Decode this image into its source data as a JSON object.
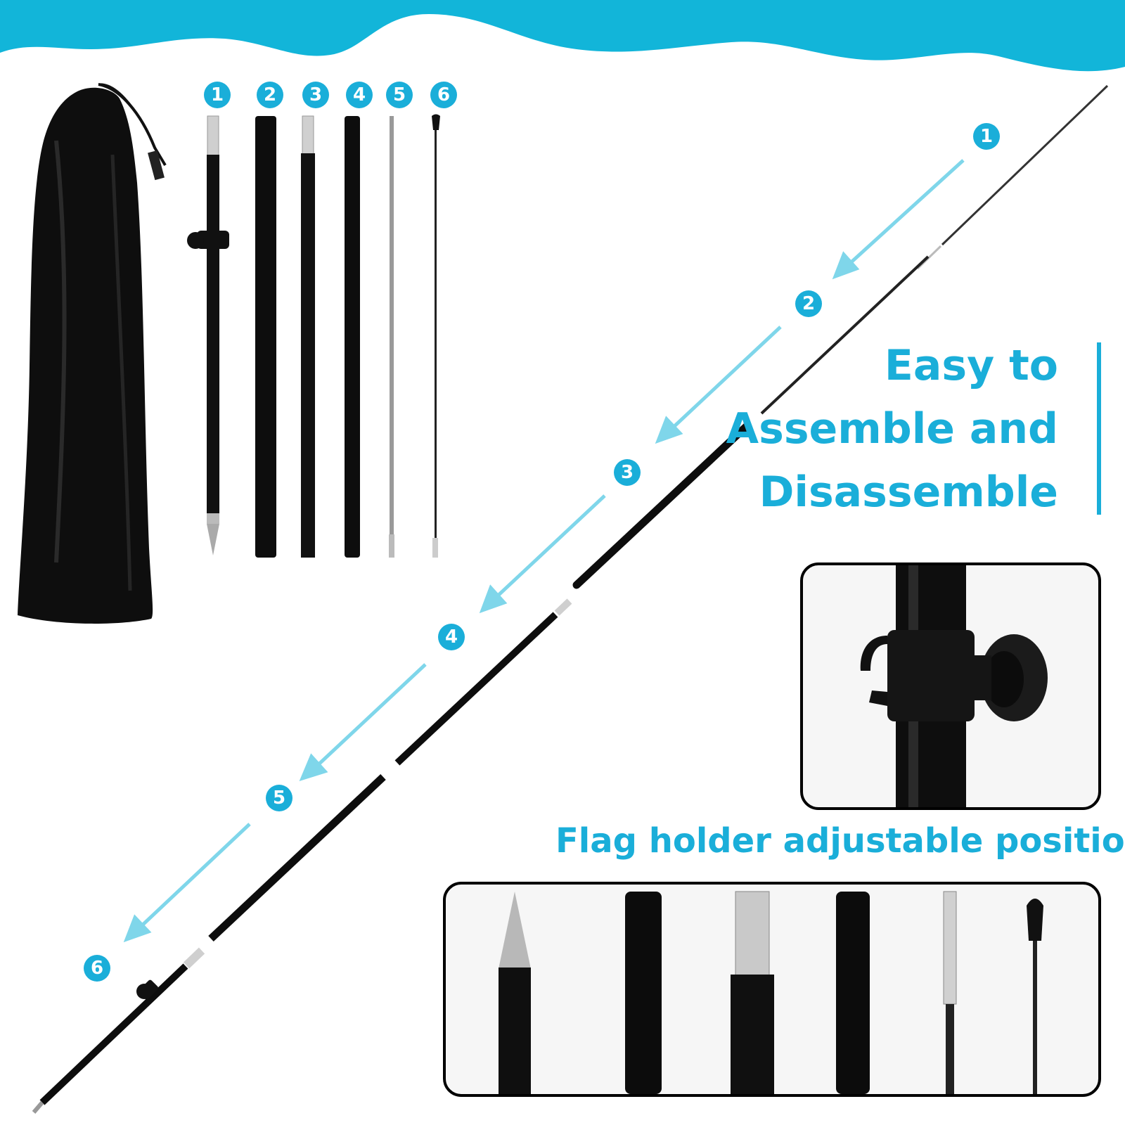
{
  "colors": {
    "accent": "#1aaed9",
    "arrow": "#7fd6ea",
    "pole": "#111111",
    "silver": "#c8c8c8"
  },
  "headline": {
    "line1": "Easy to",
    "line2": "Assemble and",
    "line3": "Disassemble"
  },
  "caption": "Flag holder adjustable position",
  "parts_badges": [
    "1",
    "2",
    "3",
    "4",
    "5",
    "6"
  ],
  "assembly_badges": [
    "1",
    "2",
    "3",
    "4",
    "5",
    "6"
  ],
  "icons": {
    "bag": "storage-bag-icon",
    "clip": "flag-holder-clip-icon"
  }
}
